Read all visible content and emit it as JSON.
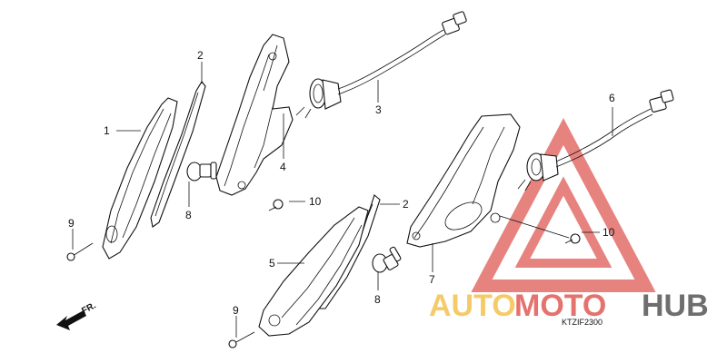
{
  "diagram": {
    "callouts": {
      "c1": "1",
      "c2a": "2",
      "c2b": "2",
      "c3": "3",
      "c4": "4",
      "c5": "5",
      "c6": "6",
      "c7": "7",
      "c8a": "8",
      "c8b": "8",
      "c9a": "9",
      "c9b": "9",
      "c10a": "10",
      "c10b": "10"
    },
    "direction_label": "FR.",
    "drawing_code": "KTZIF2300"
  },
  "watermark": {
    "part1": "AUTO",
    "part2": "MOTO",
    "part3": "HUB",
    "colors": {
      "triangle": "#e05a55",
      "auto": "#f4c24f",
      "moto": "#e05a55",
      "hub": "#555555"
    }
  }
}
